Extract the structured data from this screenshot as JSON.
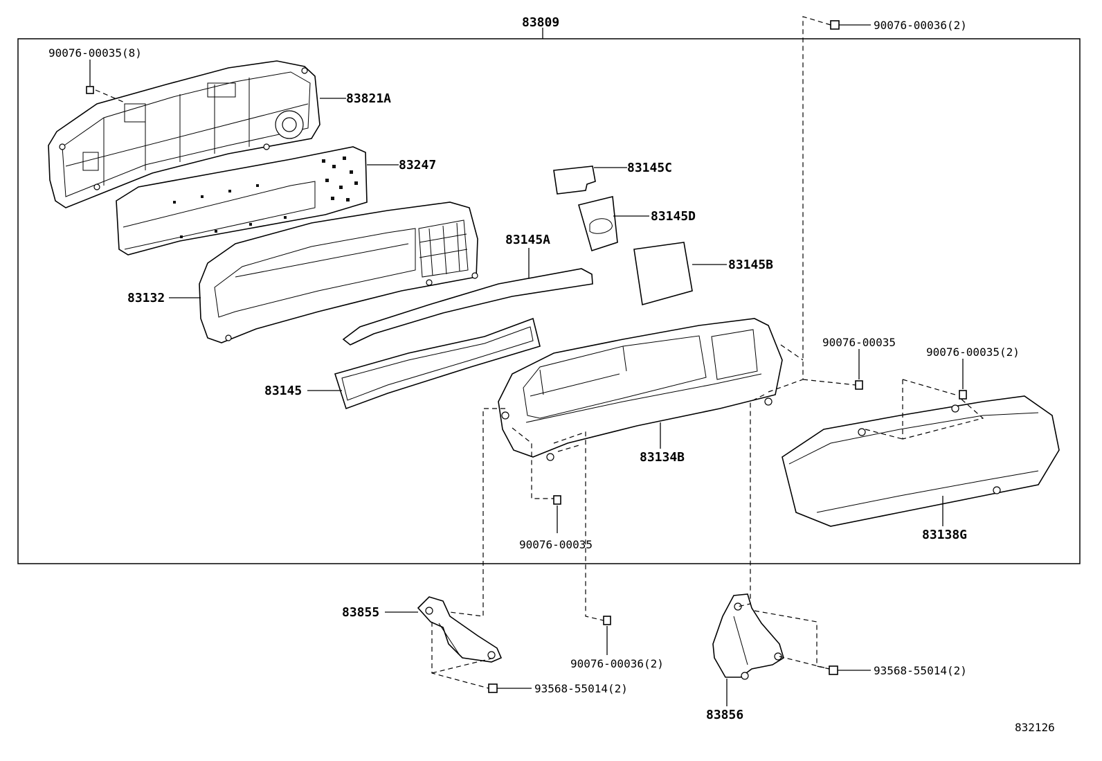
{
  "labels": {
    "assembly": "83809",
    "screw_8": "90076-00035(8)",
    "rear_case": "83821A",
    "circuit_plate": "83247",
    "gauge_plate": "83145C",
    "gauge_plate_d": "83145D",
    "dial_frame": "83132",
    "window_a": "83145A",
    "window_b": "83145B",
    "window": "83145",
    "screw_36_top": "90076-00036(2)",
    "screw_35_right": "90076-00035",
    "screw_35_right2": "90076-00035(2)",
    "hood": "83134B",
    "screw_35_bottom": "90076-00035",
    "glass": "83138G",
    "bracket_left": "83855",
    "screw_36_bottom": "90076-00036(2)",
    "bolt_left": "93568-55014(2)",
    "bracket_right": "83856",
    "bolt_right": "93568-55014(2)",
    "diagram_number": "832126"
  }
}
